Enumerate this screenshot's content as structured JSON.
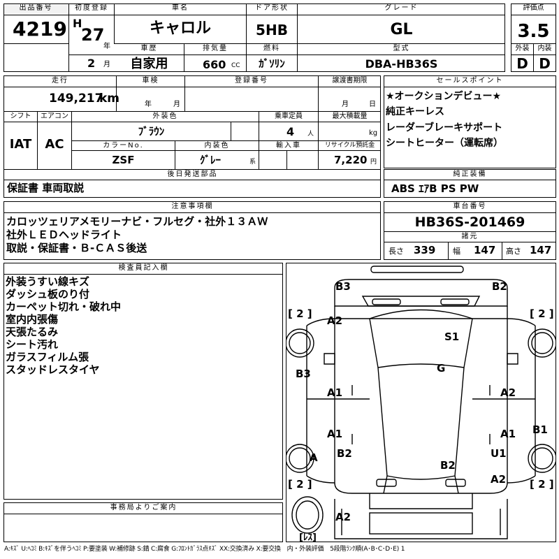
{
  "header": {
    "lot_label": "出品番号",
    "lot": "4219",
    "reg_label": "初度登録",
    "era": "H",
    "year": "27",
    "year_unit": "年",
    "month": "2",
    "month_unit": "月",
    "name_label": "車名",
    "name": "キャロル",
    "door_label": "ドア形状",
    "door": "5HB",
    "grade_label": "グレード",
    "grade": "GL",
    "score_label": "評価点",
    "score": "3.5",
    "history_label": "車歴",
    "history": "自家用",
    "displacement_label": "排気量",
    "displacement": "660",
    "displacement_unit": "CC",
    "fuel_label": "燃料",
    "fuel": "ｶﾞｿﾘﾝ",
    "model_label": "型式",
    "model": "DBA-HB36S",
    "exterior_label": "外装",
    "exterior": "D",
    "interior_label": "内装",
    "interior": "D"
  },
  "row2": {
    "mileage_label": "走行",
    "mileage": "149,217",
    "mileage_unit": "km",
    "inspection_label": "車検",
    "insp_year": "年",
    "insp_month": "月",
    "plate_label": "登録番号",
    "transfer_label": "譲渡書期限",
    "transfer_month": "月",
    "transfer_day": "日",
    "shift_label": "シフト",
    "shift": "IAT",
    "ac_label": "エアコン",
    "ac": "AC",
    "color_label": "外装色",
    "color": "ﾌﾞﾗｳﾝ",
    "capacity_label": "乗車定員",
    "capacity": "4",
    "capacity_unit": "人",
    "load_label": "最大積載量",
    "load_unit": "kg",
    "colorno_label": "カラーNo.",
    "colorno": "ZSF",
    "intcolor_label": "内装色",
    "intcolor": "ｸﾞﾚｰ",
    "intcolor_unit": "系",
    "import_label": "輸入車",
    "recycle_label": "リサイクル預託金",
    "recycle": "7,220",
    "recycle_unit": "円",
    "parts_label": "後日発送部品",
    "parts": "保証書 車両取説"
  },
  "sales": {
    "label": "セールスポイント",
    "items": [
      "★オークションデビュー★",
      "純正キーレス",
      "レーダーブレーキサポート",
      "シートヒーター（運転席）"
    ]
  },
  "equipment": {
    "label": "純正装備",
    "value": "ABS ｴｱB PS PW"
  },
  "caution": {
    "label": "注意事項欄",
    "lines": [
      "カロッツェリアメモリーナビ・フルセグ・社外１３ＡＷ",
      "社外ＬＥＤヘッドライト",
      "取説・保証書・Ｂ-ＣＡＳ後送"
    ]
  },
  "chassis": {
    "label": "車台番号",
    "value": "HB36S-201469",
    "spec_label": "諸元",
    "length_label": "長さ",
    "length": "339",
    "width_label": "幅",
    "width": "147",
    "height_label": "高さ",
    "height": "147"
  },
  "inspector": {
    "label": "検査員記入欄",
    "lines": [
      "外装うすい線キズ",
      "ダッシュ板のり付",
      "カーペット切れ・破れ中",
      "室内内張傷",
      "天張たるみ",
      "シート汚れ",
      "ガラスフィルム張",
      "スタッドレスタイヤ"
    ]
  },
  "office": {
    "label": "事務局よりご案内"
  },
  "diagram": {
    "marks": [
      "B3",
      "B2",
      "A2",
      "S1",
      "G",
      "B3",
      "A1",
      "A1",
      "A2",
      "A1",
      "B1",
      "A",
      "B2",
      "U1",
      "B2",
      "A2",
      "A2"
    ],
    "tires": [
      "[ 2 ]",
      "[ 2 ]",
      "[ 2 ]",
      "[ 2 ]",
      "[ﾚｽ]"
    ]
  },
  "legend": "A:ｷｽﾞ U:ﾍｺﾐ B:ｷｽﾞを伴うﾍｺﾐ P:要塗装 W:補修跡 S:錆 C:腐食 G:ﾌﾛﾝﾄｶﾞﾗｽ点ｷｽﾞ XX:交換済み X:要交換　内・外装評価　5段階ﾗﾝｸ順(A･B･C･D･E) 1"
}
